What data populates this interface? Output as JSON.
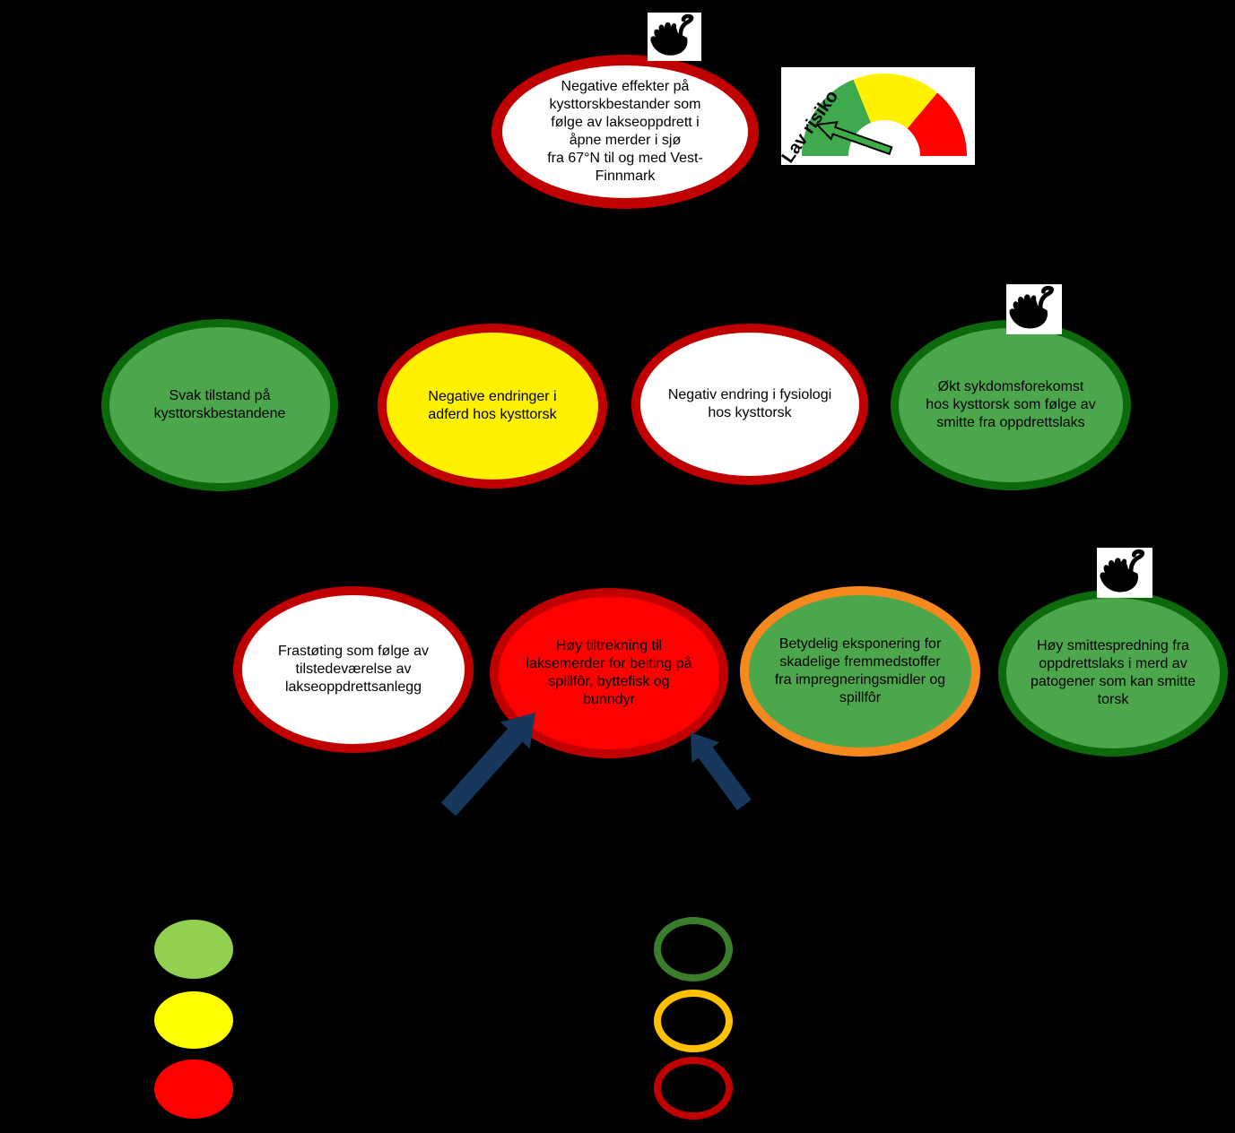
{
  "diagram": {
    "background": "#000000",
    "top_node": {
      "label": "Negative effekter på\nkysttorskbestander som\nfølge av lakseoppdrett i\nåpne merder i sjø\nfra 67°N til og med Vest-\nFinnmark",
      "fill": "#FFFFFF",
      "border": "#C00000"
    },
    "gauge": {
      "label": "Lav risiko",
      "zone_colors": [
        "#3FA94D",
        "#FFF100",
        "#FF0000"
      ],
      "needle_color": "#3FAE49",
      "points_to": "green (low risk) zone"
    },
    "level2": [
      {
        "label": "Svak tilstand på\nkysttorskbestandene",
        "fill": "#4CA64C",
        "border": "#0C6A0C",
        "black_swan": false
      },
      {
        "label": "Negative endringer i\nadferd hos kysttorsk",
        "fill": "#FFF100",
        "border": "#C00000",
        "black_swan": false
      },
      {
        "label": "Negativ endring i fysiologi\nhos kysttorsk",
        "fill": "#FFFFFF",
        "border": "#C00000",
        "black_swan": false
      },
      {
        "label": "Økt sykdomsforekomst\nhos kysttorsk som følge av\nsmitte fra oppdrettslaks",
        "fill": "#4CA64C",
        "border": "#0C6A0C",
        "black_swan": true
      }
    ],
    "level3": [
      {
        "label": "Frastøting som følge av\ntilstedeværelse av\nlakseoppdrettsanlegg",
        "fill": "#FFFFFF",
        "border": "#C00000",
        "black_swan": false
      },
      {
        "label": "Høy tiltrekning til\nlaksemerder for beiting på\nspillfôr, byttefisk og\nbunndyr",
        "fill": "#FF0000",
        "border": "#C00000",
        "black_swan": false
      },
      {
        "label": "Betydelig eksponering for\nskadelige fremmedstoffer\nfra impregneringsmidler og\nspillfôr",
        "fill": "#4CA64C",
        "border": "#F5891D",
        "black_swan": false
      },
      {
        "label": "Høy smittespredning fra\noppdrettslaks i merd av\npatogener som kan smitte\ntorsk",
        "fill": "#4CA64C",
        "border": "#0C6A0C",
        "black_swan": true
      }
    ],
    "arrows": {
      "color": "#17375D",
      "count": 2,
      "target": "red node (Høy tiltrekning til laksemerder)"
    },
    "legend": {
      "filled_swatches": [
        {
          "name": "filled-light-green",
          "color": "#92D050"
        },
        {
          "name": "filled-yellow",
          "color": "#FFFF00"
        },
        {
          "name": "filled-red",
          "color": "#FF0000"
        }
      ],
      "outlined_swatches": [
        {
          "name": "outline-green",
          "color": "#3A7D2B"
        },
        {
          "name": "outline-amber",
          "color": "#FFC000"
        },
        {
          "name": "outline-dark-red",
          "color": "#C00000"
        }
      ]
    }
  }
}
